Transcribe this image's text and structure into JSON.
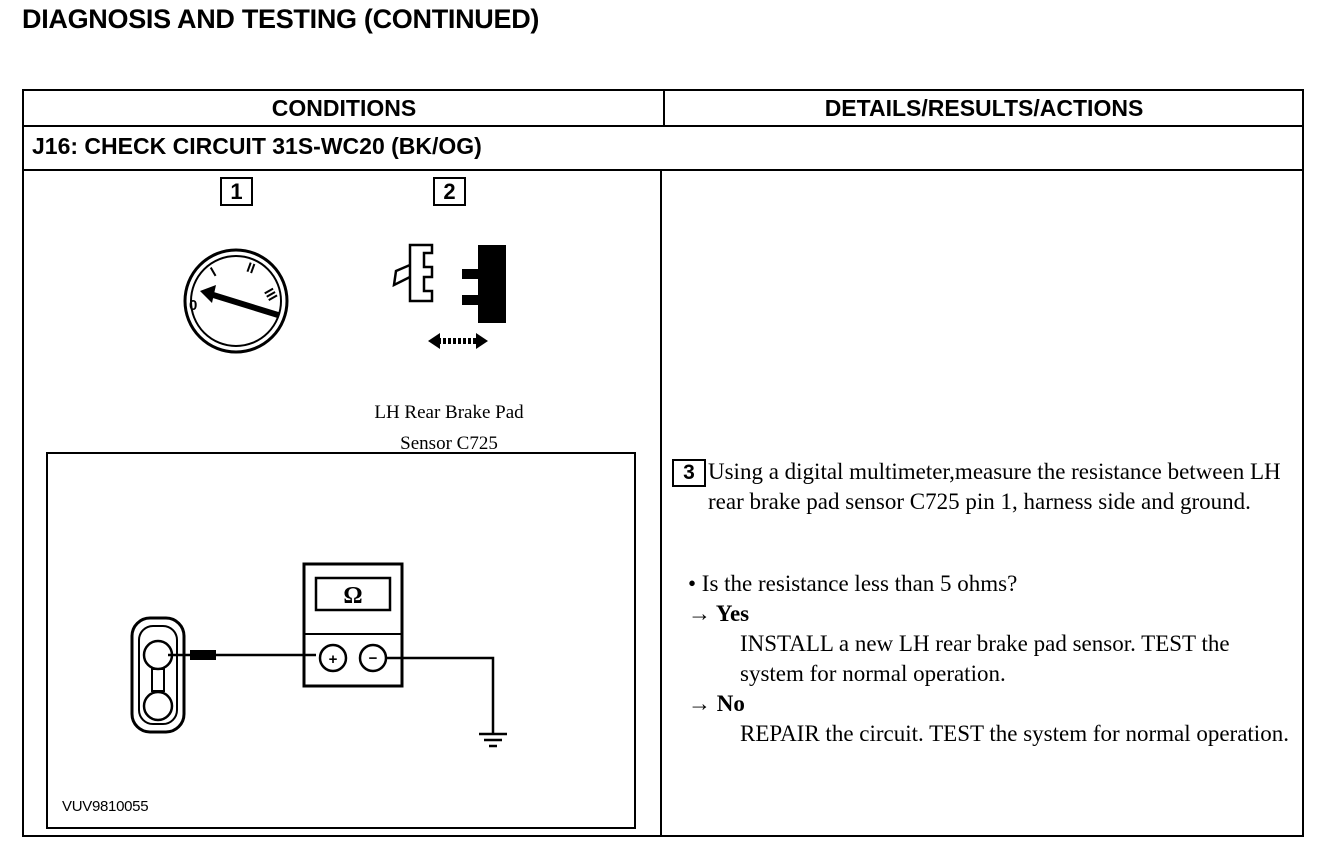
{
  "page": {
    "title": "DIAGNOSIS AND TESTING (CONTINUED)"
  },
  "table": {
    "headers": {
      "conditions": "CONDITIONS",
      "details": "DETAILS/RESULTS/ACTIONS"
    },
    "step_title": "J16: CHECK CIRCUIT 31S-WC20 (BK/OG)"
  },
  "conditions": {
    "step_numbers": [
      "1",
      "2"
    ],
    "connector_caption_line1": "LH Rear Brake Pad",
    "connector_caption_line2": "Sensor C725",
    "ignition_switch_positions": [
      "0",
      "I",
      "II",
      "III"
    ],
    "meter_symbol": "Ω",
    "meter_plus": "+",
    "meter_minus": "−",
    "figure_id": "VUV9810055"
  },
  "details": {
    "step_number": "3",
    "instruction": "Using a digital multimeter,measure the resistance between LH rear brake pad sensor C725 pin 1, harness side and ground.",
    "question": "• Is the resistance less than 5 ohms?",
    "yes_label": "→ Yes",
    "yes_action": "INSTALL a new LH rear brake pad sensor. TEST the system for normal operation.",
    "no_label": "→ No",
    "no_action": "REPAIR the circuit. TEST the system for normal operation."
  }
}
